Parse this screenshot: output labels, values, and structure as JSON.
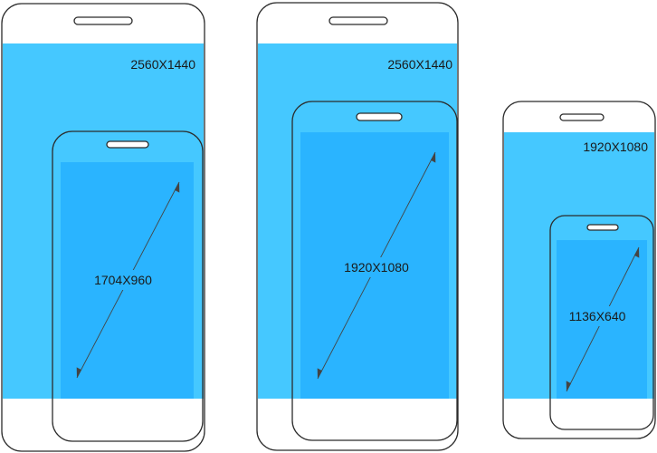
{
  "colors": {
    "outer_screen": "#45c8ff",
    "inner_screen": "#2ab4ff",
    "outline": "#2b2b2b",
    "background": "#ffffff"
  },
  "phones": [
    {
      "outer_resolution_label": "2560X1440",
      "inner_resolution_label": "1704X960"
    },
    {
      "outer_resolution_label": "2560X1440",
      "inner_resolution_label": "1920X1080"
    },
    {
      "outer_resolution_label": "1920X1080",
      "inner_resolution_label": "1136X640"
    }
  ]
}
